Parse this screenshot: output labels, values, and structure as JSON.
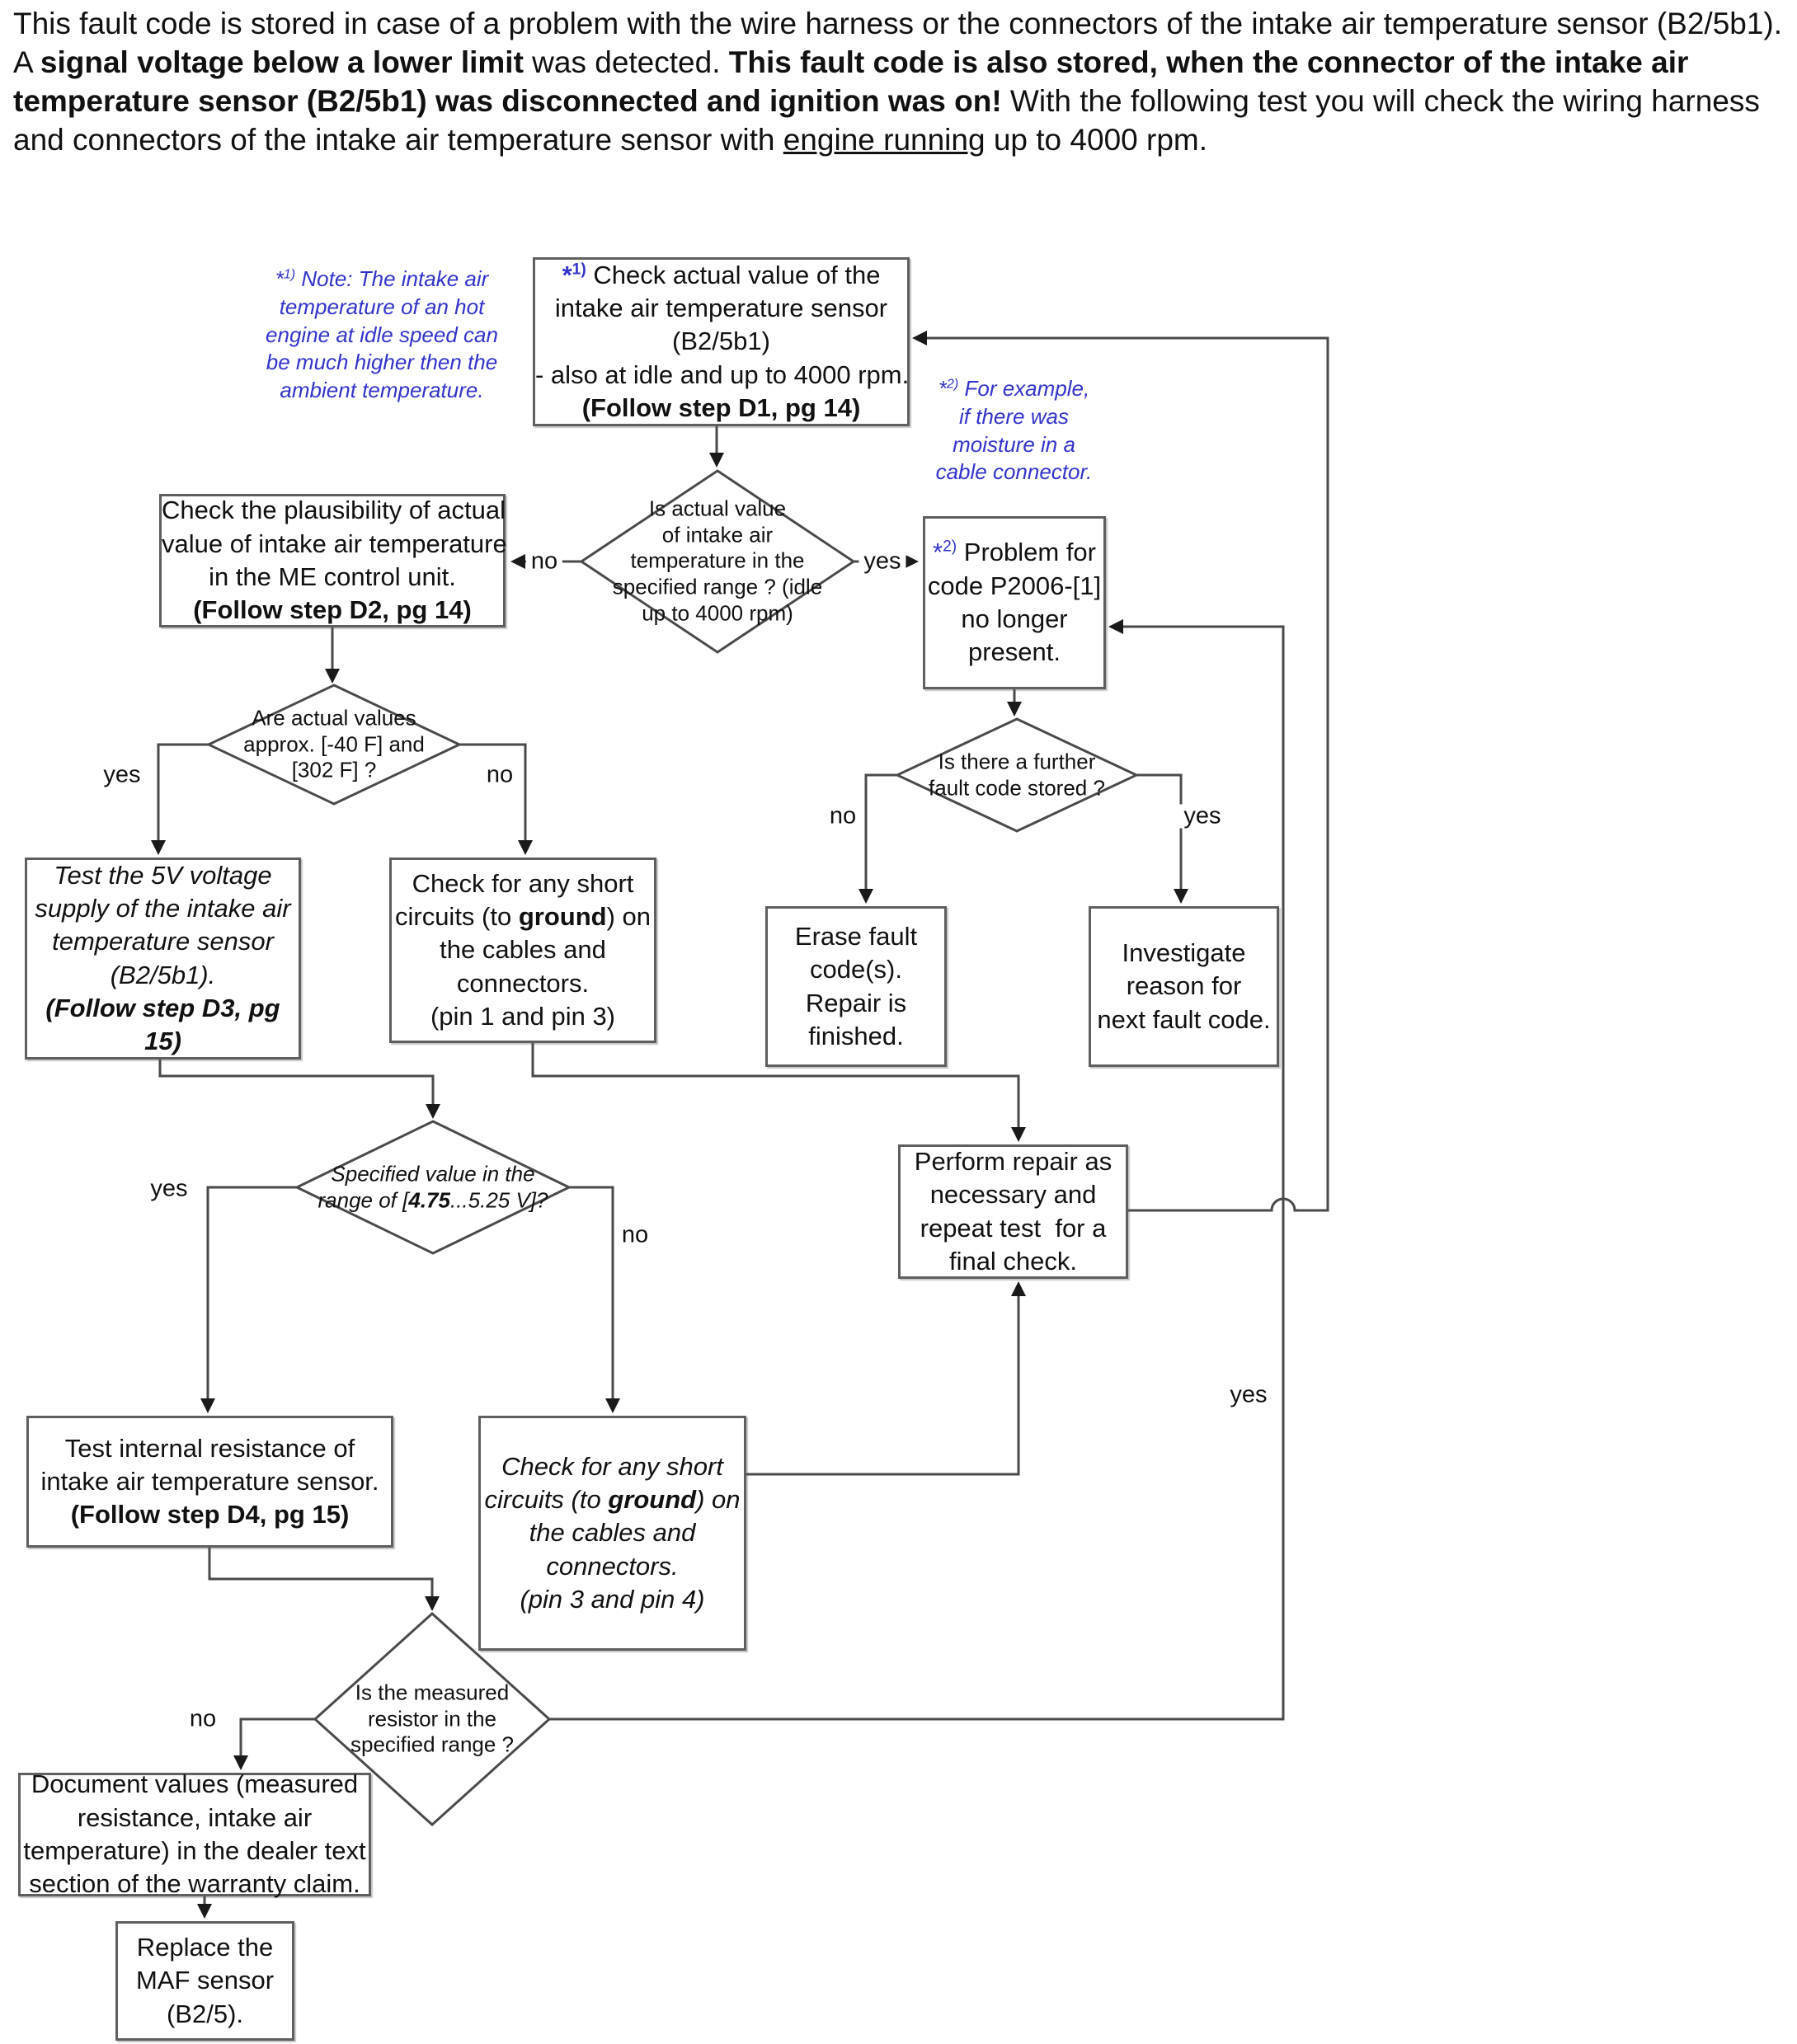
{
  "colors": {
    "line": "#4a4a4a",
    "box_border": "#5f5f5f",
    "text": "#111111",
    "note_blue": "#3333cc"
  },
  "para": {
    "lines": [
      [
        {
          "t": "This fault code is stored in case of a problem with the wire harness or the connectors of the intake air temperature sensor (B2/5b1). A "
        },
        {
          "t": "signal voltage below a lower limit",
          "b": 1
        },
        {
          "t": " was detected. "
        },
        {
          "t": "This fault code is also stored, when the connector of the intake air temperature sensor (B2/5b1) was disconnected and ignition was on!",
          "b": 1
        },
        {
          "t": "  With the following test you will check the wiring harness and connectors of the intake air temperature sensor with "
        },
        {
          "t": "engine running",
          "u": 1
        },
        {
          "t": " up to 4000 rpm."
        }
      ]
    ]
  },
  "nodes": {
    "note1": {
      "lines": [
        [
          {
            "t": "*",
            "c": "note_blue"
          },
          {
            "t": "1)",
            "sup": 1,
            "c": "note_blue"
          },
          {
            "t": " Note: The intake air"
          }
        ],
        [
          {
            "t": "temperature of an hot"
          }
        ],
        [
          {
            "t": "engine at idle speed can"
          }
        ],
        [
          {
            "t": "be much higher then the"
          }
        ],
        [
          {
            "t": "ambient temperature."
          }
        ]
      ]
    },
    "note2": {
      "lines": [
        [
          {
            "t": "*",
            "c": "note_blue"
          },
          {
            "t": "2)",
            "sup": 1,
            "c": "note_blue"
          },
          {
            "t": " For example,"
          }
        ],
        [
          {
            "t": "if there was"
          }
        ],
        [
          {
            "t": "moisture in a"
          }
        ],
        [
          {
            "t": "cable connector."
          }
        ]
      ]
    },
    "box1": {
      "lines": [
        [
          {
            "t": "*",
            "b": 1,
            "c": "note_blue"
          },
          {
            "t": "1)",
            "sup": 1,
            "b": 1,
            "c": "note_blue"
          },
          {
            "t": " Check actual value of the"
          }
        ],
        [
          {
            "t": "intake air temperature sensor"
          }
        ],
        [
          {
            "t": "(B2/5b1)"
          }
        ],
        [
          {
            "t": "- also at idle and up to 4000 rpm."
          }
        ],
        [
          {
            "t": "(Follow step D1, pg 14)",
            "b": 1
          }
        ]
      ]
    },
    "d1": {
      "lines": [
        [
          {
            "t": "Is actual value"
          }
        ],
        [
          {
            "t": "of intake air"
          }
        ],
        [
          {
            "t": "temperature in the"
          }
        ],
        [
          {
            "t": "specified range ? (idle"
          }
        ],
        [
          {
            "t": "up to 4000 rpm)"
          }
        ]
      ]
    },
    "box2": {
      "lines": [
        [
          {
            "t": "Check the plausibility of actual"
          }
        ],
        [
          {
            "t": "value of intake air temperature"
          }
        ],
        [
          {
            "t": "in the ME control unit."
          }
        ],
        [
          {
            "t": "(Follow step D2, pg 14)",
            "b": 1
          }
        ]
      ]
    },
    "box3": {
      "lines": [
        [
          {
            "t": "*",
            "c": "note_blue"
          },
          {
            "t": "2)",
            "sup": 1,
            "c": "note_blue"
          },
          {
            "t": " Problem for"
          }
        ],
        [
          {
            "t": "code P2006-[1]"
          }
        ],
        [
          {
            "t": "no longer"
          }
        ],
        [
          {
            "t": "present."
          }
        ]
      ]
    },
    "d2": {
      "lines": [
        [
          {
            "t": "Is there a further"
          }
        ],
        [
          {
            "t": "fault code stored ?"
          }
        ]
      ]
    },
    "box4": {
      "lines": [
        [
          {
            "t": "Erase fault"
          }
        ],
        [
          {
            "t": "code(s)."
          }
        ],
        [
          {
            "t": "Repair is"
          }
        ],
        [
          {
            "t": "finished."
          }
        ]
      ]
    },
    "box5": {
      "lines": [
        [
          {
            "t": "Investigate"
          }
        ],
        [
          {
            "t": "reason for"
          }
        ],
        [
          {
            "t": "next fault code."
          }
        ]
      ]
    },
    "d3": {
      "lines": [
        [
          {
            "t": "Are actual values"
          }
        ],
        [
          {
            "t": "approx. [-40 F] and"
          }
        ],
        [
          {
            "t": "[302 F] ?"
          }
        ]
      ]
    },
    "box6": {
      "lines": [
        [
          {
            "t": "Test the 5V voltage"
          }
        ],
        [
          {
            "t": "supply of the intake air"
          }
        ],
        [
          {
            "t": "temperature sensor"
          }
        ],
        [
          {
            "t": "(B2/5b1)."
          }
        ],
        [
          {
            "t": "(Follow step D3, pg",
            "b": 1
          }
        ],
        [
          {
            "t": "15)",
            "b": 1
          }
        ]
      ]
    },
    "box7": {
      "lines": [
        [
          {
            "t": "Check for any short"
          }
        ],
        [
          {
            "t": "circuits (to "
          },
          {
            "t": "ground",
            "b": 1
          },
          {
            "t": ") on"
          }
        ],
        [
          {
            "t": "the cables and"
          }
        ],
        [
          {
            "t": "connectors."
          }
        ],
        [
          {
            "t": "(pin 1 and pin 3)"
          }
        ]
      ]
    },
    "d4": {
      "lines": [
        [
          {
            "t": "Specified value in the"
          }
        ],
        [
          {
            "t": "range of ["
          },
          {
            "t": "4.75",
            "b": 1
          },
          {
            "t": "...5.25 V]?"
          }
        ]
      ]
    },
    "box8": {
      "lines": [
        [
          {
            "t": "Test internal resistance of"
          }
        ],
        [
          {
            "t": "intake air temperature sensor."
          }
        ],
        [
          {
            "t": "(Follow step D4, pg 15)",
            "b": 1
          }
        ]
      ]
    },
    "box9": {
      "lines": [
        [
          {
            "t": "Check for any short"
          }
        ],
        [
          {
            "t": "circuits (to "
          },
          {
            "t": "ground",
            "b": 1
          },
          {
            "t": ") on"
          }
        ],
        [
          {
            "t": "the cables and"
          }
        ],
        [
          {
            "t": "connectors."
          }
        ],
        [
          {
            "t": "(pin 3 and pin 4)"
          }
        ]
      ]
    },
    "box10": {
      "lines": [
        [
          {
            "t": "Perform repair as"
          }
        ],
        [
          {
            "t": "necessary and"
          }
        ],
        [
          {
            "t": "repeat test  for a"
          }
        ],
        [
          {
            "t": "final check."
          }
        ]
      ]
    },
    "d5": {
      "lines": [
        [
          {
            "t": "Is the measured"
          }
        ],
        [
          {
            "t": "resistor in the"
          }
        ],
        [
          {
            "t": "specified range ?"
          }
        ]
      ]
    },
    "box11": {
      "lines": [
        [
          {
            "t": "Document values (measured"
          }
        ],
        [
          {
            "t": "resistance, intake air"
          }
        ],
        [
          {
            "t": "temperature) in the dealer text"
          }
        ],
        [
          {
            "t": "section of the warranty claim."
          }
        ]
      ]
    },
    "box12": {
      "lines": [
        [
          {
            "t": "Replace the"
          }
        ],
        [
          {
            "t": "MAF sensor"
          }
        ],
        [
          {
            "t": "(B2/5)."
          }
        ]
      ]
    }
  },
  "labels": {
    "d1_no": "no",
    "d1_yes": "yes",
    "d2_no": "no",
    "d2_yes": "yes",
    "d3_yes": "yes",
    "d3_no": "no",
    "d4_yes": "yes",
    "d4_no": "no",
    "d5_no": "no",
    "d5_yes": "yes"
  }
}
